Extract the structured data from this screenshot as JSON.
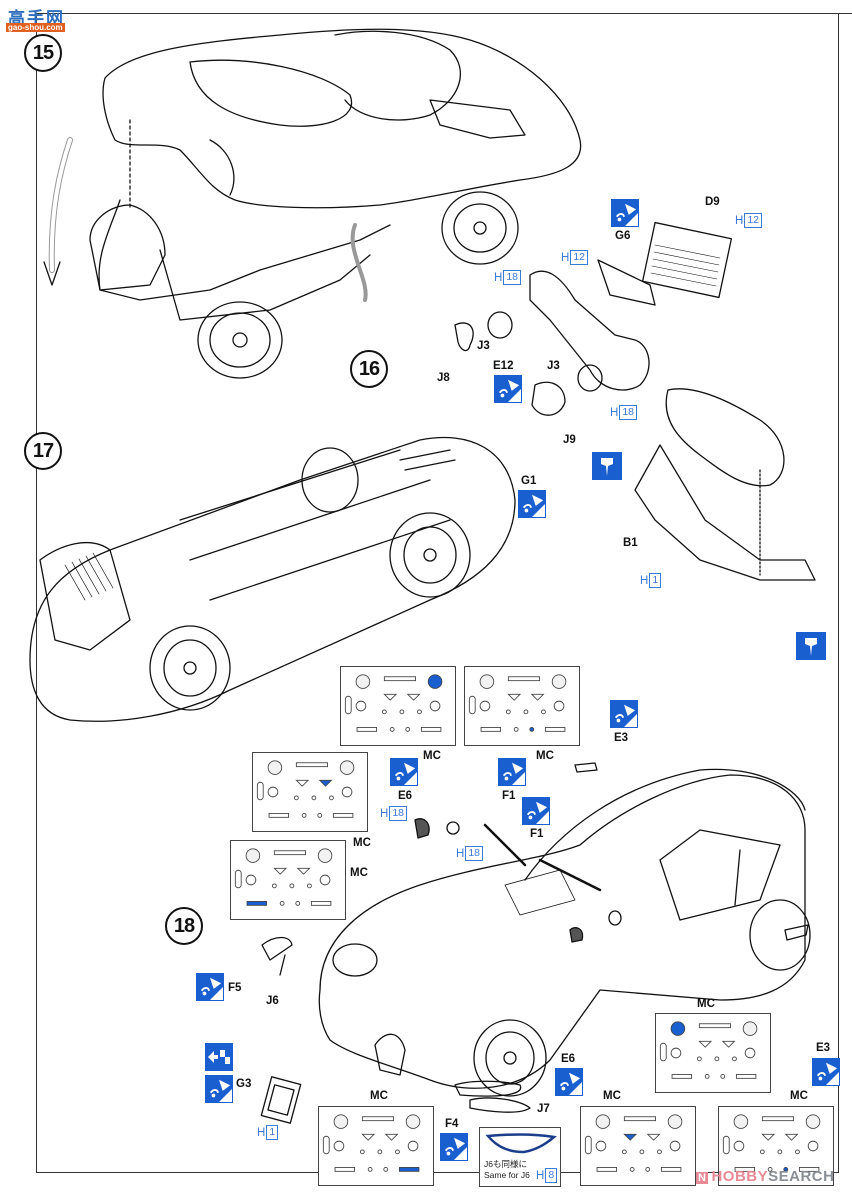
{
  "page": {
    "type": "model-kit-assembly-instructions",
    "steps": [
      "15",
      "16",
      "17",
      "18"
    ]
  },
  "logo": {
    "chinese": "高手网",
    "url": "gao-shou.com"
  },
  "watermark": {
    "mark": "N",
    "brand_a": "HOBBY",
    "brand_b": "SEARCH"
  },
  "step15": {
    "number": "15"
  },
  "step16": {
    "number": "16",
    "parts": [
      "D9",
      "G6",
      "J3",
      "J3",
      "E12",
      "J8",
      "J9"
    ],
    "labels": {
      "d9": "D9",
      "g6": "G6",
      "j3a": "J3",
      "j3b": "J3",
      "e12": "E12",
      "j8": "J8",
      "j9": "J9",
      "b1": "B1"
    },
    "paints": {
      "h12a": "12",
      "h12b": "12",
      "h18a": "18",
      "h18b": "18",
      "h1": "1"
    },
    "paint_prefix": "H"
  },
  "step17": {
    "number": "17",
    "labels": {
      "g1": "G1"
    }
  },
  "step18": {
    "number": "18",
    "labels": {
      "e3a": "E3",
      "e3b": "E3",
      "e6a": "E6",
      "e6b": "E6",
      "f1a": "F1",
      "f1b": "F1",
      "f4": "F4",
      "f5": "F5",
      "j6": "J6",
      "j7": "J7",
      "g3": "G3",
      "mc1": "MC",
      "mc2": "MC",
      "mc3": "MC",
      "mc4": "MC",
      "mc5": "MC",
      "mc6": "MC",
      "mc7": "MC",
      "mc8": "MC"
    },
    "paints": {
      "h18a": "18",
      "h18b": "18",
      "h1": "1",
      "h8": "8"
    },
    "paint_prefix": "H",
    "note": {
      "jp": "J6も同様に",
      "en": "Same for J6"
    }
  },
  "decal_sheets": [
    {
      "id": "d1",
      "highlight": "top-right-circle"
    },
    {
      "id": "d2",
      "highlight": "bottom-middle-dot"
    },
    {
      "id": "d3",
      "highlight": "right-triangle"
    },
    {
      "id": "d4",
      "highlight": "bottom-left-bar"
    },
    {
      "id": "d5",
      "highlight": "top-left-circle"
    },
    {
      "id": "d6",
      "highlight": "bottom-right-bar"
    },
    {
      "id": "d7",
      "highlight": "left-triangle"
    },
    {
      "id": "d8",
      "highlight": "bottom-middle-dot"
    }
  ],
  "colors": {
    "accent_blue": "#1a5fd0",
    "paint_blue": "#3a7bd5",
    "line": "#111111"
  }
}
